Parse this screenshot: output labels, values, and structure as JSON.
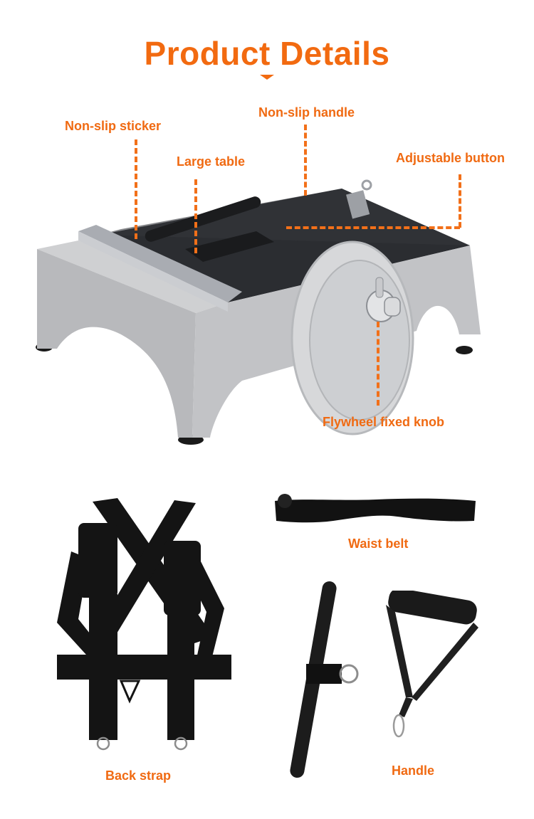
{
  "header": {
    "title": "Product Details"
  },
  "accent_color": "#f26a10",
  "machine": {
    "callouts": [
      {
        "id": "non-slip-sticker",
        "label": "Non-slip sticker"
      },
      {
        "id": "large-table",
        "label": "Large table"
      },
      {
        "id": "non-slip-handle",
        "label": "Non-slip handle"
      },
      {
        "id": "adjustable-button",
        "label": "Adjustable button"
      },
      {
        "id": "flywheel-fixed-knob",
        "label": "Flywheel fixed knob"
      }
    ]
  },
  "accessories": [
    {
      "id": "back-strap",
      "label": "Back strap"
    },
    {
      "id": "waist-belt",
      "label": "Waist belt"
    },
    {
      "id": "bar",
      "label": ""
    },
    {
      "id": "handle",
      "label": "Handle"
    }
  ]
}
